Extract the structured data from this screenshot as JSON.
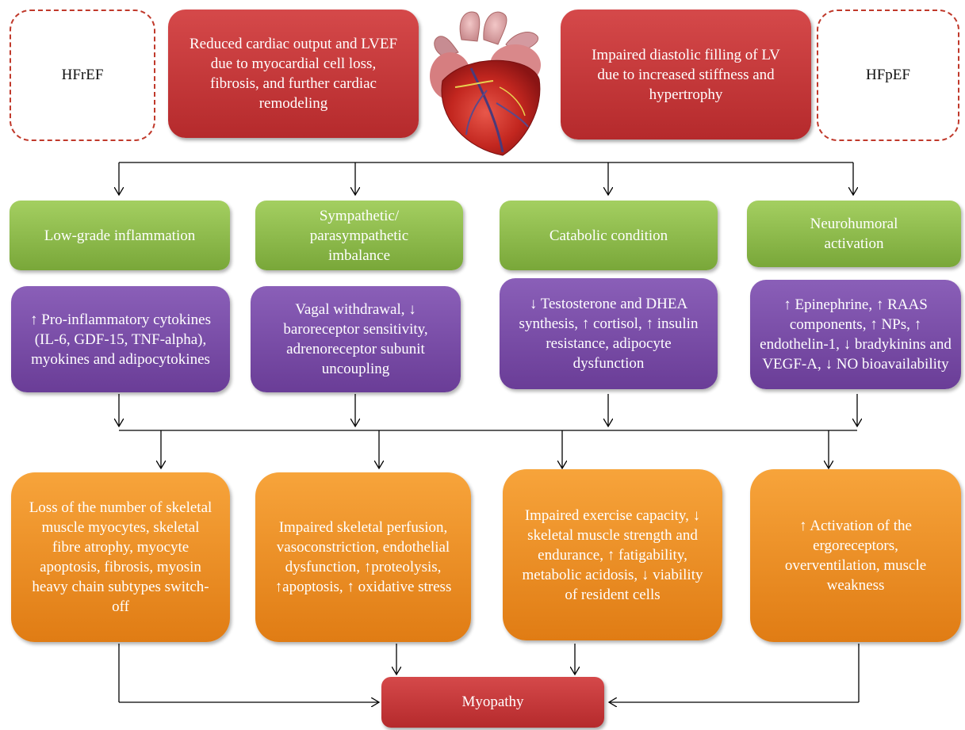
{
  "top": {
    "hfref_label": "HFrEF",
    "hfpef_label": "HFpEF",
    "hfref_mechanism": "Reduced cardiac output and LVEF due to myocardial cell loss, fibrosis, and further cardiac remodeling",
    "hfpef_mechanism": "Impaired diastolic filling of LV due to increased stiffness and hypertrophy"
  },
  "categories": [
    "Low-grade inflammation",
    "Sympathetic/ parasympathetic imbalance",
    "Catabolic condition",
    "Neurohumoral activation"
  ],
  "mediators": [
    "↑ Pro-inflammatory cytokines (IL-6, GDF-15, TNF-alpha), myokines and adipocytokines",
    "Vagal withdrawal, ↓ baroreceptor sensitivity, adrenoreceptor subunit uncoupling",
    "↓ Testosterone and DHEA synthesis, ↑ cortisol, ↑ insulin resistance, adipocyte dysfunction",
    "↑ Epinephrine, ↑ RAAS components, ↑ NPs, ↑ endothelin-1, ↓ bradykinins and VEGF-A, ↓ NO bioavailability"
  ],
  "effects": [
    "Loss of the number of skeletal muscle myocytes, skeletal fibre atrophy, myocyte apoptosis, fibrosis, myosin heavy chain subtypes switch-off",
    "Impaired skeletal perfusion, vasoconstriction, endothelial dysfunction, ↑proteolysis, ↑apoptosis, ↑ oxidative stress",
    "Impaired exercise capacity, ↓ skeletal muscle strength and endurance, ↑ fatigability, metabolic acidosis, ↓ viability of resident cells",
    "↑ Activation of the ergoreceptors, overventilation, muscle weakness"
  ],
  "outcome": "Myopathy",
  "colors": {
    "red": "#c0392b",
    "green": "#8dbb4c",
    "purple": "#7a4ca6",
    "orange": "#f08c22",
    "dashed_border": "#c0392b"
  }
}
